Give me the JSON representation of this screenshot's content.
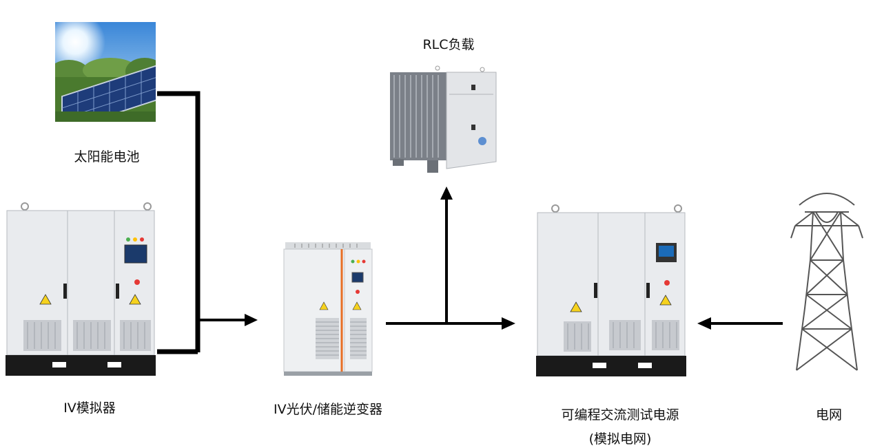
{
  "diagram": {
    "nodes": {
      "solar": {
        "label": "太阳能电池",
        "icon": "solar-panel-icon"
      },
      "iv_simulator": {
        "label": "IV模拟器",
        "icon": "cabinet-icon"
      },
      "inverter": {
        "label": "IV光伏/储能逆变器",
        "icon": "inverter-cabinet-icon"
      },
      "rlc_load": {
        "label": "RLC负载",
        "icon": "load-box-icon"
      },
      "ac_source": {
        "label": "可编程交流测试电源",
        "sublabel": "(模拟电网)",
        "icon": "cabinet-icon"
      },
      "grid": {
        "label": "电网",
        "icon": "power-tower-icon"
      }
    },
    "connections": [
      {
        "from": "solar",
        "to": "inverter"
      },
      {
        "from": "iv_simulator",
        "to": "inverter"
      },
      {
        "from": "inverter",
        "to": "ac_source"
      },
      {
        "from": "inverter",
        "to": "rlc_load"
      },
      {
        "from": "grid",
        "to": "ac_source"
      }
    ]
  }
}
